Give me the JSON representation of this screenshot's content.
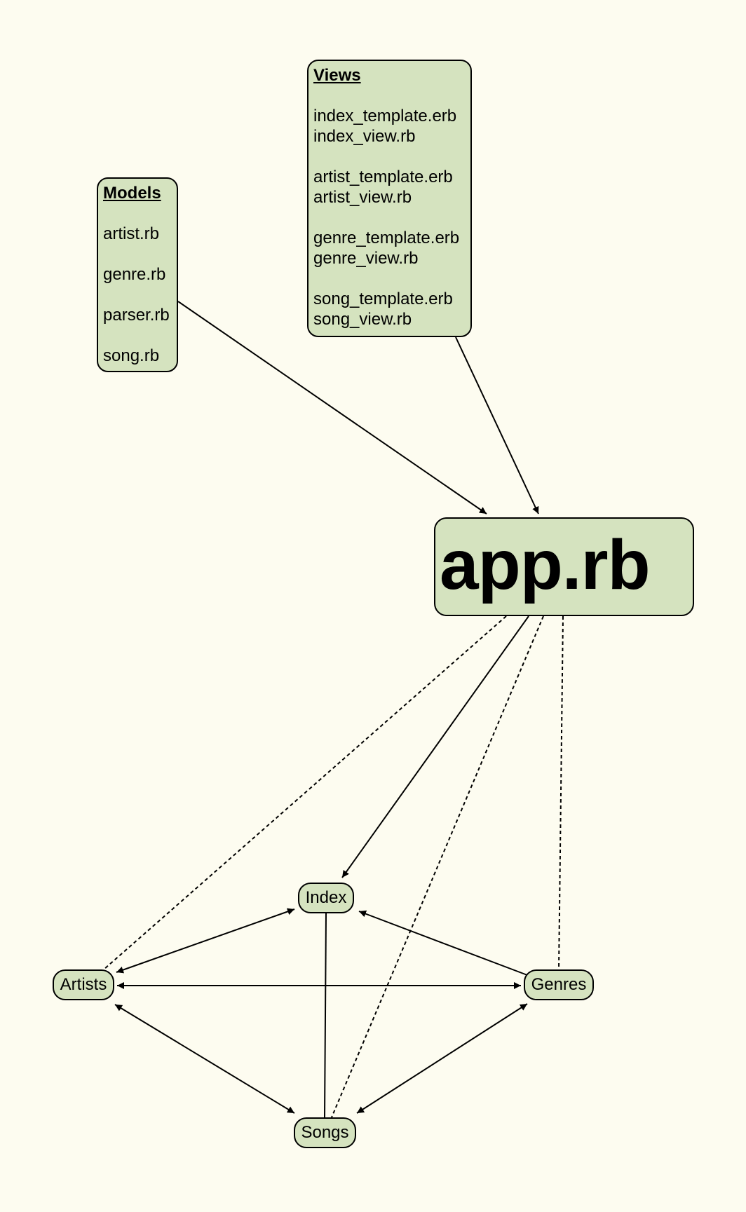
{
  "models": {
    "heading": "Models",
    "files": [
      "artist.rb",
      "genre.rb",
      "parser.rb",
      "song.rb"
    ]
  },
  "views": {
    "heading": "Views",
    "groups": [
      [
        "index_template.erb",
        "index_view.rb"
      ],
      [
        "artist_template.erb",
        "artist_view.rb"
      ],
      [
        "genre_template.erb",
        "genre_view.rb"
      ],
      [
        "song_template.erb",
        "song_view.rb"
      ]
    ]
  },
  "app": {
    "label": "app.rb"
  },
  "pages": {
    "index": "Index",
    "artists": "Artists",
    "genres": "Genres",
    "songs": "Songs"
  },
  "colors": {
    "background": "#fdfcf0",
    "node_fill": "#d5e3bf",
    "stroke": "#000000"
  },
  "edges": [
    {
      "from": "models",
      "to": "app",
      "style": "solid",
      "arrow": "end"
    },
    {
      "from": "views",
      "to": "app",
      "style": "solid",
      "arrow": "end"
    },
    {
      "from": "app",
      "to": "index",
      "style": "solid",
      "arrow": "end"
    },
    {
      "from": "app",
      "to": "artists",
      "style": "dashed",
      "arrow": "none"
    },
    {
      "from": "app",
      "to": "songs",
      "style": "dashed",
      "arrow": "none"
    },
    {
      "from": "app",
      "to": "genres",
      "style": "dashed",
      "arrow": "none"
    },
    {
      "from": "index",
      "to": "artists",
      "style": "solid",
      "arrow": "both"
    },
    {
      "from": "genres",
      "to": "index",
      "style": "solid",
      "arrow": "end"
    },
    {
      "from": "artists",
      "to": "genres",
      "style": "solid",
      "arrow": "both"
    },
    {
      "from": "artists",
      "to": "songs",
      "style": "solid",
      "arrow": "both"
    },
    {
      "from": "genres",
      "to": "songs",
      "style": "solid",
      "arrow": "both"
    },
    {
      "from": "index",
      "to": "songs",
      "style": "solid",
      "arrow": "none"
    }
  ]
}
